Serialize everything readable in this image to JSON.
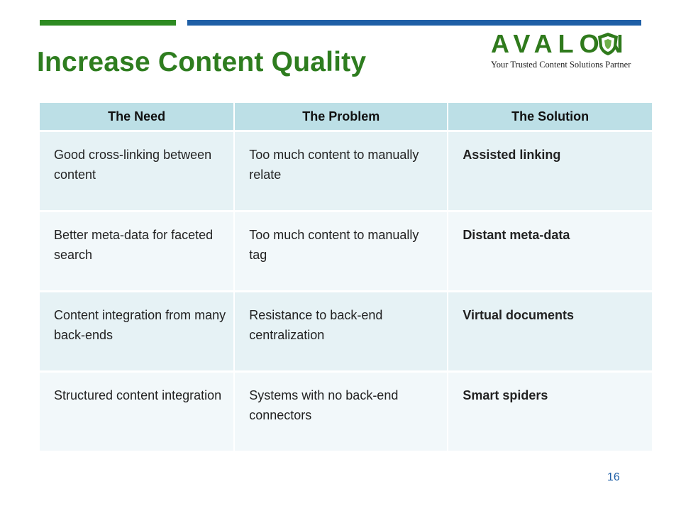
{
  "slide": {
    "title": "Increase Content Quality",
    "page_number": "16",
    "colors": {
      "accent_green": "#2e8b22",
      "accent_blue": "#1f5fa6",
      "header_bg": "#bcdfe6"
    }
  },
  "logo": {
    "wordmark": "AVALON",
    "tagline": "Your Trusted Content Solutions Partner",
    "icon": "shield-icon"
  },
  "table": {
    "headers": [
      "The Need",
      "The Problem",
      "The Solution"
    ],
    "rows": [
      [
        "Good cross-linking between content",
        "Too much content to manually relate",
        "Assisted linking"
      ],
      [
        "Better meta-data for faceted search",
        "Too much content to manually tag",
        "Distant meta-data"
      ],
      [
        "Content integration from many back-ends",
        "Resistance to back-end centralization",
        "Virtual documents"
      ],
      [
        "Structured content integration",
        "Systems with no back-end connectors",
        "Smart spiders"
      ]
    ]
  }
}
